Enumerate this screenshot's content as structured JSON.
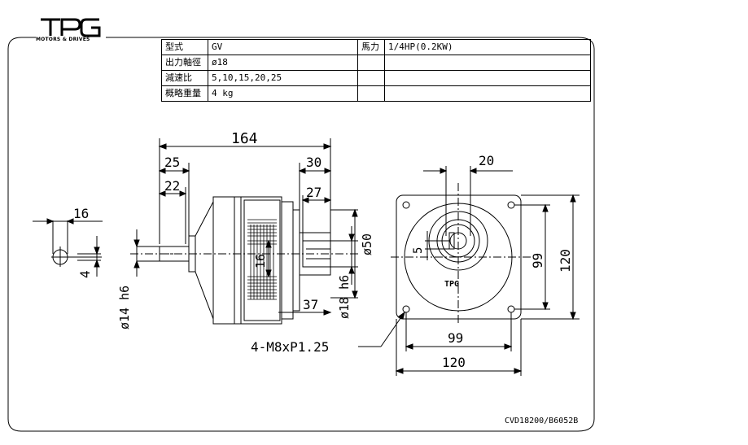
{
  "logo": {
    "name": "TPG",
    "tagline": "MOTORS & DRIVES"
  },
  "spec_table": [
    {
      "label": "型式",
      "value": "GV",
      "label2": "馬力",
      "value2": "1/4HP(0.2KW)"
    },
    {
      "label": "出力軸徑",
      "value": "ø18",
      "label2": "",
      "value2": ""
    },
    {
      "label": "減速比",
      "value": "5,10,15,20,25",
      "label2": "",
      "value2": ""
    },
    {
      "label": "概略重量",
      "value": "4 kg",
      "label2": "",
      "value2": ""
    }
  ],
  "side_view": {
    "dim_overall": "164",
    "dim_left_outer": "25",
    "dim_left_inner": "22",
    "dim_right_outer": "30",
    "dim_right_inner": "27",
    "dim_right_37": "37",
    "dim_center_16": "16",
    "dia_shaft_left": "ø14 h6",
    "dia_shaft_right": "ø18 h6",
    "dia_pilot": "ø50"
  },
  "key_view": {
    "dim_16": "16",
    "dim_4": "4"
  },
  "front_view": {
    "dim_top": "20",
    "dim_key": "5",
    "dim_bolt_v": "99",
    "dim_outer_v": "120",
    "dim_bolt_h": "99",
    "dim_outer_h": "120",
    "bolt_callout": "4-M8xP1.25",
    "mark": "TPG"
  },
  "drawing_code": "CVD18200/B6052B"
}
